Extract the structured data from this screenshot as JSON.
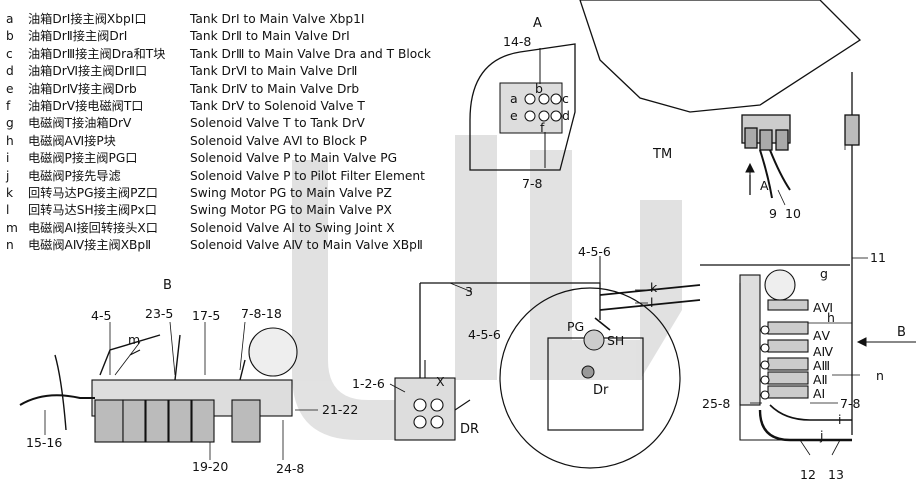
{
  "legend": [
    {
      "key": "a",
      "cn": "油箱DrⅠ接主阀XbpⅠ口",
      "en": "Tank DrⅠ to Main Valve Xbp1Ⅰ"
    },
    {
      "key": "b",
      "cn": "油箱DrⅡ接主阀DrⅠ",
      "en": "Tank DrⅡ to Main Valve DrⅠ"
    },
    {
      "key": "c",
      "cn": "油箱DrⅢ接主阀Dra和T块",
      "en": "Tank DrⅢ to Main Valve Dra and T Block"
    },
    {
      "key": "d",
      "cn": "油箱DrⅥ接主阀DrⅡ口",
      "en": "Tank DrⅥ to Main Valve DrⅡ"
    },
    {
      "key": "e",
      "cn": "油箱DrⅣ接主阀Drb",
      "en": "Tank DrⅣ to Main Valve Drb"
    },
    {
      "key": "f",
      "cn": "油箱DrⅤ接电磁阀T口",
      "en": "Tank DrⅤ to Solenoid Valve T"
    },
    {
      "key": "g",
      "cn": "电磁阀T接油箱DrⅤ",
      "en": "Solenoid Valve T to Tank DrⅤ"
    },
    {
      "key": "h",
      "cn": "电磁阀AⅥ接P块",
      "en": "Solenoid Valve AⅥ to Block P"
    },
    {
      "key": "i",
      "cn": "电磁阀P接主阀PG口",
      "en": "Solenoid Valve P to Main Valve PG"
    },
    {
      "key": "j",
      "cn": "电磁阀P接先导滤",
      "en": "Solenoid Valve P to Pilot Filter Element"
    },
    {
      "key": "k",
      "cn": "回转马达PG接主阀PZ口",
      "en": "Swing Motor PG to Main Valve PZ"
    },
    {
      "key": "l",
      "cn": "回转马达SH接主阀Px口",
      "en": "Swing Motor PG to Main Valve PX"
    },
    {
      "key": "m",
      "cn": "电磁阀AⅠ接回转接头X口",
      "en": "Solenoid Valve AⅠ to Swing Joint X"
    },
    {
      "key": "n",
      "cn": "电磁阀AⅣ接主阀XBpⅡ",
      "en": "Solenoid Valve AⅣ to Main Valve XBpⅡ"
    }
  ],
  "view_labels": {
    "A_top": "A",
    "A_arrow": "A",
    "B_left": "B",
    "B_arrow": "B",
    "TM": "TM"
  },
  "detail_A": {
    "part_top": "14-8",
    "part_bottom": "7-8",
    "ports": {
      "a": "a",
      "b": "b",
      "c": "c",
      "d": "d",
      "e": "e",
      "f": "f"
    }
  },
  "callouts": {
    "c_9": "9",
    "c_10": "10",
    "c_11": "11",
    "c_3": "3",
    "c_456_top": "4-5-6",
    "c_456_left": "4-5-6",
    "c_k": "k",
    "c_l": "l",
    "c_PG": "PG",
    "c_SH": "SH",
    "c_Dr": "Dr",
    "c_126": "1-2-6",
    "c_X": "X",
    "c_DR": "DR",
    "c_45": "4-5",
    "c_235": "23-5",
    "c_175": "17-5",
    "c_7818": "7-8-18",
    "c_m": "m",
    "c_2122": "21-22",
    "c_1516": "15-16",
    "c_1920": "19-20",
    "c_248": "24-8",
    "c_g": "g",
    "c_h": "h",
    "c_n": "n",
    "c_i": "i",
    "c_j": "j",
    "c_258": "25-8",
    "c_78r": "7-8",
    "c_12": "12",
    "c_13": "13",
    "c_A6": "AⅥ",
    "c_A5": "AⅤ",
    "c_A4": "AⅣ",
    "c_A3": "AⅢ",
    "c_A2": "AⅡ",
    "c_A1": "AⅠ"
  },
  "watermark": "ULZ"
}
